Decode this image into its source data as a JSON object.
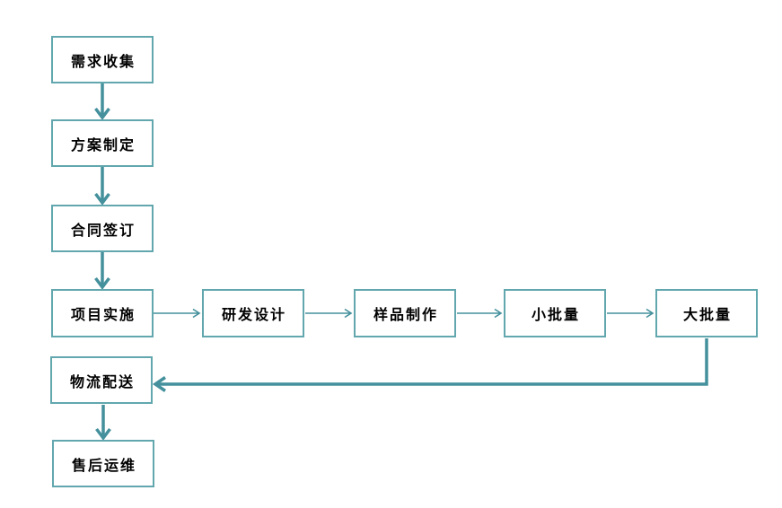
{
  "diagram": {
    "type": "flowchart",
    "background_color": "#ffffff",
    "box_border_color": "#62a7ae",
    "arrow_color": "#44909c",
    "text_color": "#000000",
    "nodes": [
      {
        "id": "requirements",
        "label": "需求收集"
      },
      {
        "id": "plan",
        "label": "方案制定"
      },
      {
        "id": "contract",
        "label": "合同签订"
      },
      {
        "id": "implement",
        "label": "项目实施"
      },
      {
        "id": "rd-design",
        "label": "研发设计"
      },
      {
        "id": "sample",
        "label": "样品制作"
      },
      {
        "id": "small-batch",
        "label": "小批量"
      },
      {
        "id": "large-batch",
        "label": "大批量"
      },
      {
        "id": "logistics",
        "label": "物流配送"
      },
      {
        "id": "after-sales",
        "label": "售后运维"
      }
    ],
    "edges": [
      {
        "from": "需求收集",
        "to": "方案制定"
      },
      {
        "from": "方案制定",
        "to": "合同签订"
      },
      {
        "from": "合同签订",
        "to": "项目实施"
      },
      {
        "from": "项目实施",
        "to": "研发设计"
      },
      {
        "from": "研发设计",
        "to": "样品制作"
      },
      {
        "from": "样品制作",
        "to": "小批量"
      },
      {
        "from": "小批量",
        "to": "大批量"
      },
      {
        "from": "大批量",
        "to": "物流配送"
      },
      {
        "from": "物流配送",
        "to": "售后运维"
      }
    ]
  }
}
